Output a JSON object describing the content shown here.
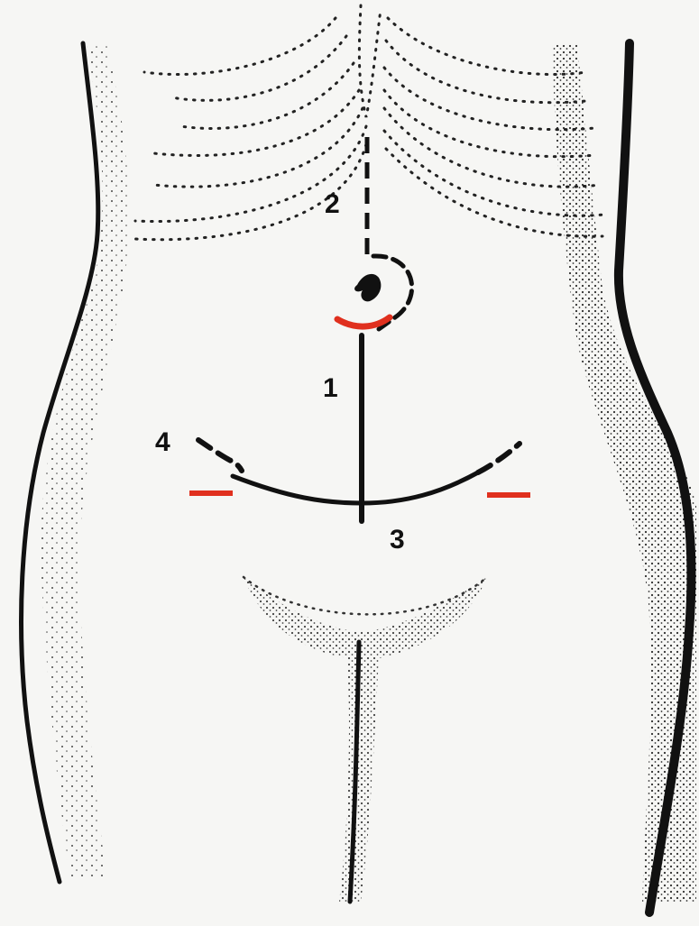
{
  "diagram": {
    "labels": [
      {
        "id": "1",
        "text": "1"
      },
      {
        "id": "2",
        "text": "2"
      },
      {
        "id": "3",
        "text": "3"
      },
      {
        "id": "4",
        "text": "4"
      }
    ]
  },
  "colors": {
    "outline": "#111111",
    "marker": "#e0301e",
    "paper": "#f6f6f4"
  }
}
